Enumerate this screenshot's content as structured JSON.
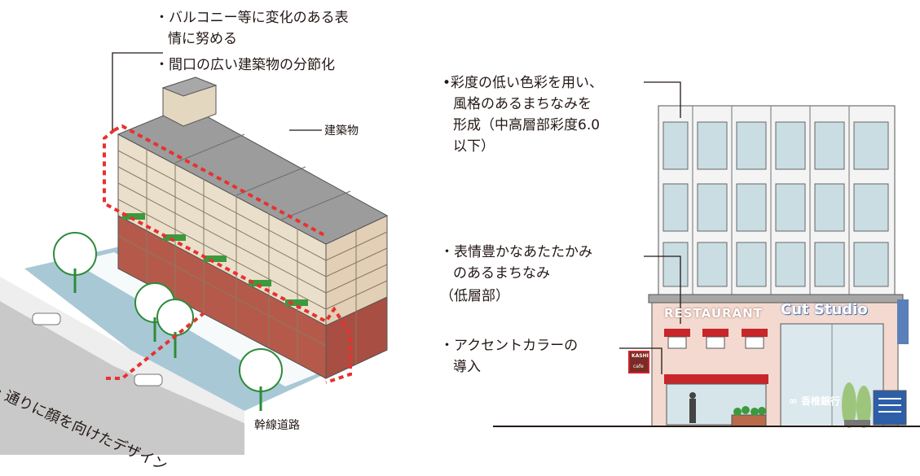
{
  "left": {
    "bullet_balcony_l1": "・バルコニー等に変化のある表",
    "bullet_balcony_l2": "情に努める",
    "bullet_frontage": "・間口の広い建築物の分節化",
    "label_building": "建築物",
    "label_main_road": "幹線道路",
    "street_facing": "・通りに顔を向けたデザイン"
  },
  "right": {
    "bullet_color_l1": "•彩度の低い色彩を用い、",
    "bullet_color_l2": "風格のあるまちなみを",
    "bullet_color_l3": "形成（中高層部彩度6.0",
    "bullet_color_l4": "以下）",
    "bullet_lowrise_l1": "・表情豊かなあたたかみ",
    "bullet_lowrise_l2": "のあるまちなみ",
    "bullet_lowrise_l3": "（低層部）",
    "bullet_accent_l1": "・アクセントカラーの",
    "bullet_accent_l2": "導入",
    "sign_restaurant": "RESTAURANT",
    "sign_cut_studio": "Cut Studio",
    "sign_bank": "香椎銀行",
    "sign_cafe_top": "KASHI",
    "sign_cafe_bottom": "cafe"
  },
  "colors": {
    "accent_red": "#c8262a",
    "dashed_red": "#e8312f",
    "roof_gray": "#9a9a9a",
    "facade_beige": "#e9dcc6",
    "brick": "#b4574a",
    "street_green": "#2e8b3a",
    "sidewalk_blue": "#9cc4d4",
    "signage_blue": "#5b7fb8"
  }
}
